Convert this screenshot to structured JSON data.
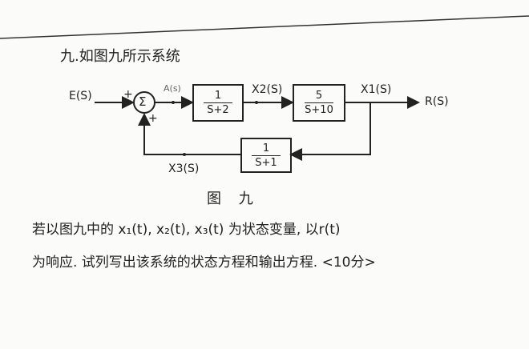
{
  "problem_title": "九.如图九所示系统",
  "diagram": {
    "input": "E(S)",
    "sum_plus_left": "+",
    "sum_plus_bottom": "+",
    "sum_symbol": "Σ",
    "signal_a": "A(s)",
    "block1": {
      "num": "1",
      "den": "S+2"
    },
    "signal_x2": "X2(S)",
    "block2": {
      "num": "5",
      "den": "S+10"
    },
    "signal_x1": "X1(S)",
    "output": "R(S)",
    "feedback_block": {
      "num": "1",
      "den": "S+1"
    },
    "signal_x3": "X3(S)"
  },
  "caption": "图 九",
  "question_line1": "若以图九中的 x₁(t), x₂(t), x₃(t) 为状态变量, 以r(t)",
  "question_line2": "为响应. 试列写出该系统的状态方程和输出方程. <10分>"
}
